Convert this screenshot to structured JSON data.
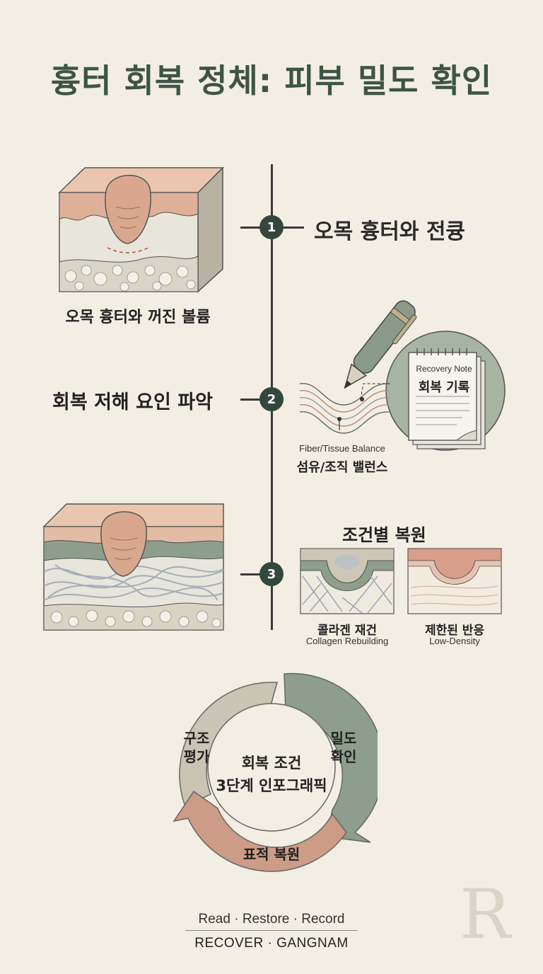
{
  "title": "흉터 회복 정체: 피부 밀도 확인",
  "steps": [
    {
      "number": "1",
      "label": "오목 흉터와 전큥",
      "illustration_caption": "오목 흉터와 꺼진 볼륨"
    },
    {
      "number": "2",
      "label": "회복 저해 요인 파악",
      "caption_en": "Fiber/Tissue Balance",
      "caption_kr": "섬유/조직 밸런스",
      "note": {
        "heading_en": "Recovery Note",
        "heading_kr": "회복 기록"
      }
    },
    {
      "number": "3",
      "heading": "조건별 복원",
      "panels": [
        {
          "kr": "콜라겐 재건",
          "en": "Collagen Rebuilding"
        },
        {
          "kr": "제한된 반응",
          "en": "Low-Density"
        }
      ]
    }
  ],
  "cycle": {
    "segments": [
      {
        "label_line1": "구조",
        "label_line2": "평가",
        "color": "#c9c4b4"
      },
      {
        "label_line1": "밀도",
        "label_line2": "확인",
        "color": "#8e9e8c"
      },
      {
        "label_line1": "표적 복원",
        "label_line2": "",
        "color": "#cc9c86"
      }
    ],
    "center_line1": "회복 조건",
    "center_line2": "3단계 인포그래픽"
  },
  "footer": {
    "tagline": "Read · Restore · Record",
    "brand": "RECOVER · GANGNAM"
  },
  "monogram": "R",
  "colors": {
    "background": "#f3eee3",
    "title": "#3e5446",
    "node": "#35473d",
    "sage": "#8e9e8c",
    "terracotta": "#cc9c86",
    "stone": "#c9c4b4"
  }
}
